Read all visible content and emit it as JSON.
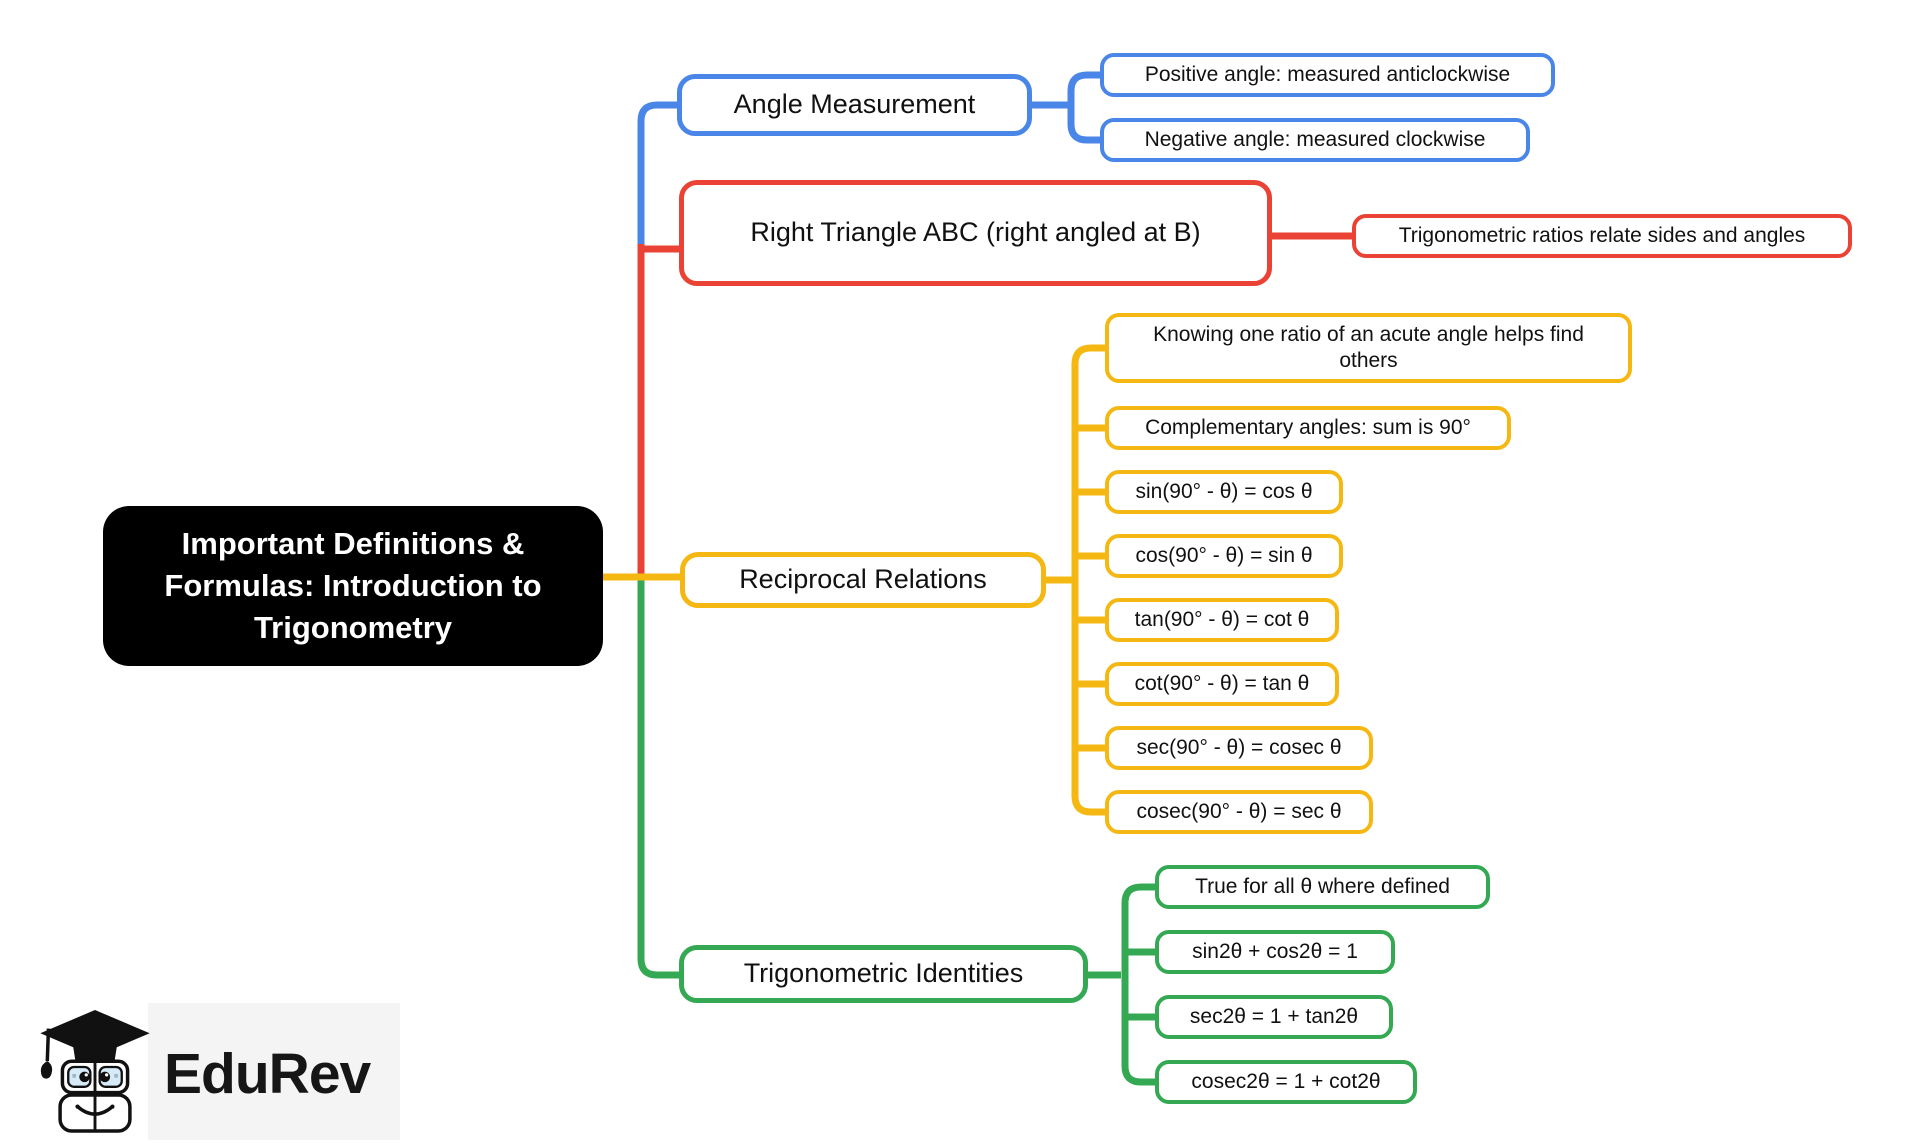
{
  "root": {
    "label": "Important Definitions & Formulas: Introduction to Trigonometry"
  },
  "branches": [
    {
      "label": "Angle Measurement",
      "color": "#4a86e8",
      "children": [
        "Positive angle: measured anticlockwise",
        "Negative angle: measured clockwise"
      ]
    },
    {
      "label": "Right Triangle ABC (right angled at B)",
      "color": "#ea4335",
      "children": [
        "Trigonometric ratios relate sides and angles"
      ]
    },
    {
      "label": "Reciprocal Relations",
      "color": "#f5b711",
      "children": [
        "Knowing one ratio of an acute angle helps find others",
        "Complementary angles: sum is 90°",
        "sin(90° - θ) = cos θ",
        "cos(90° - θ) = sin θ",
        "tan(90° - θ) = cot θ",
        "cot(90° - θ) = tan θ",
        "sec(90° - θ) = cosec θ",
        "cosec(90° - θ) = sec θ"
      ]
    },
    {
      "label": "Trigonometric Identities",
      "color": "#34a853",
      "children": [
        "True for all θ where defined",
        "sin2θ + cos2θ = 1",
        "sec2θ = 1 + tan2θ",
        "cosec2θ = 1 + cot2θ"
      ]
    }
  ],
  "palette": {
    "central_bg": "#000000",
    "central_text": "#ffffff",
    "blue": "#4a86e8",
    "red": "#ea4335",
    "yellow": "#f5b711",
    "green": "#34a853"
  },
  "logo": {
    "brand": "EduRev"
  }
}
